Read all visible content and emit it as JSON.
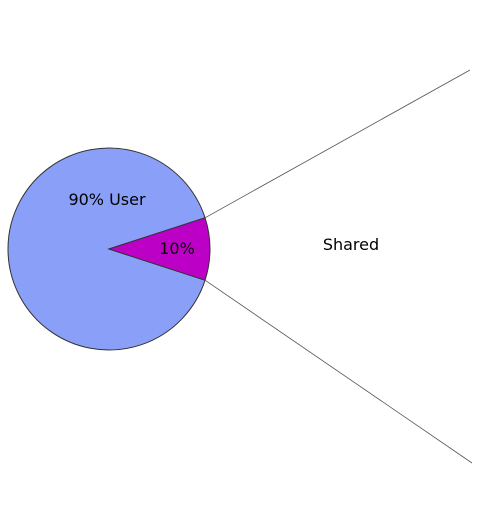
{
  "chart_data": {
    "type": "pie",
    "categories": [
      "User",
      "Shared"
    ],
    "values": [
      90,
      10
    ],
    "slice_labels": [
      "90% User",
      "10%"
    ],
    "exploded_label": "Shared",
    "colors": [
      "#8aa0f8",
      "#bd00c6"
    ],
    "outline_color": "#333333",
    "legend": "none"
  }
}
